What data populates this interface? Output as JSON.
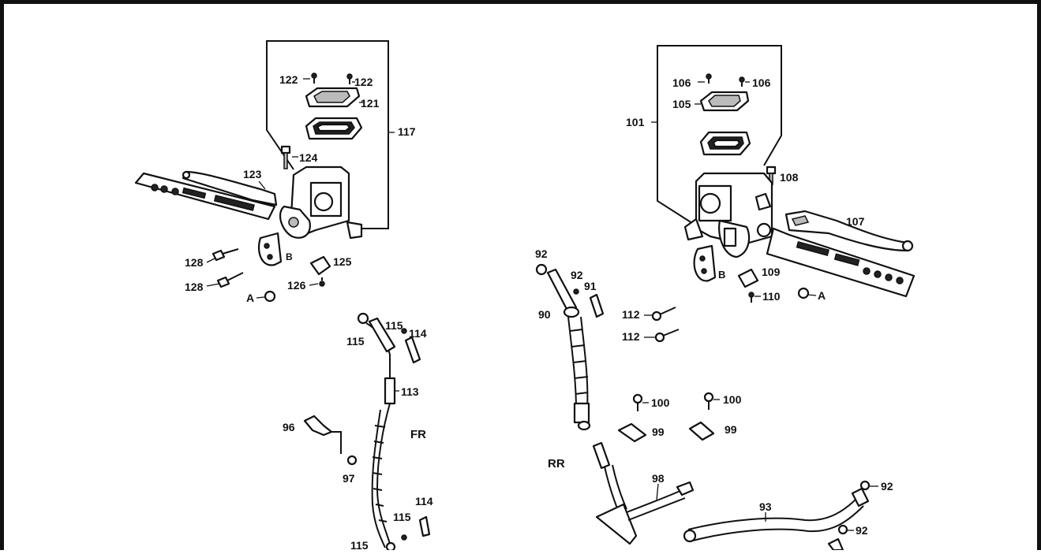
{
  "diagram": {
    "section_labels": {
      "front": "FR",
      "rear": "RR"
    },
    "callouts": {
      "l_cap_screw_a": "122",
      "l_cap_screw_b": "122",
      "l_cap": "121",
      "l_assembly": "117",
      "l_bolt": "124",
      "l_lever": "123",
      "l_bolt_a": "128",
      "l_bolt_b": "128",
      "l_clamp_label": "B",
      "l_clamp_ref": "A",
      "l_switch": "125",
      "l_screw": "126",
      "r_cap_screw_a": "106",
      "r_cap_screw_b": "106",
      "r_cap": "105",
      "r_assembly": "101",
      "r_bolt": "108",
      "r_lever": "107",
      "r_clamp_label": "B",
      "r_switch": "109",
      "r_screw": "110",
      "r_clamp_ref": "A",
      "hose_f_top_a": "115",
      "hose_f_top_b": "115",
      "hose_f_top_bolt": "114",
      "hose_f": "113",
      "clamp_f": "96",
      "clamp_f_bolt": "97",
      "hose_f_bot_a": "115",
      "hose_f_bot_b": "115",
      "hose_f_bot_bolt": "114",
      "hose_r_top_a": "92",
      "hose_r_top_b": "92",
      "hose_r_top_bolt": "91",
      "hose_r_joint": "90",
      "bolt_112_a": "112",
      "bolt_112_b": "112",
      "bolt_100_a": "100",
      "bolt_100_b": "100",
      "guide_99_a": "99",
      "guide_99_b": "99",
      "hose_98": "98",
      "hose_93": "93",
      "washer_92_a": "92",
      "washer_92_b": "92"
    }
  }
}
